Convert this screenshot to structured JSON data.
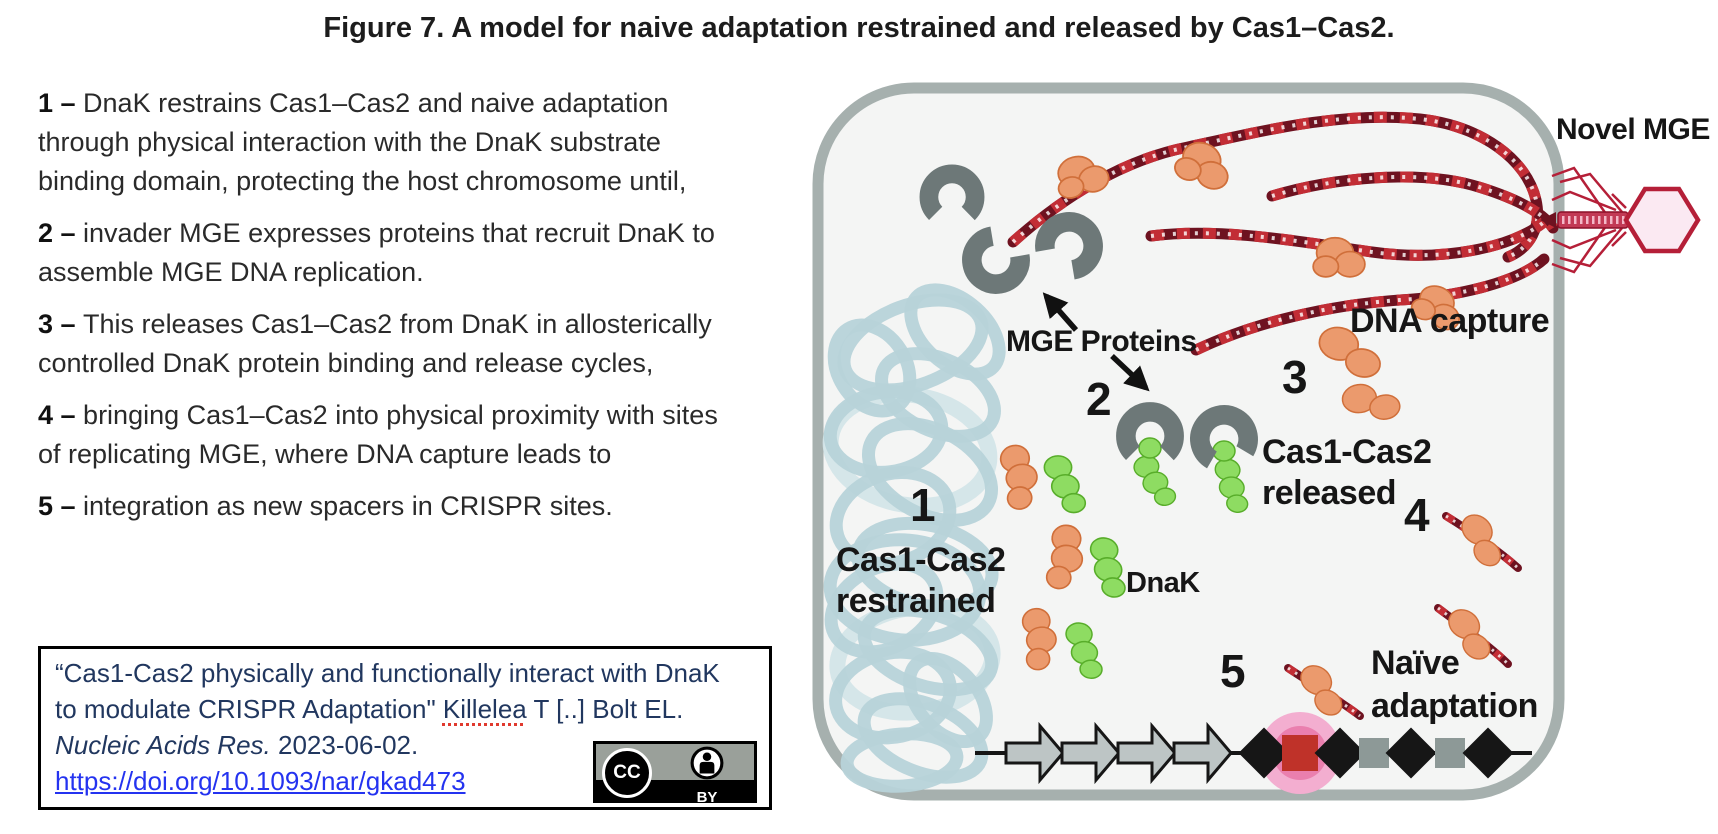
{
  "title": "Figure 7. A model for naive adaptation restrained and released by Cas1–Cas2.",
  "notes": [
    {
      "lead": "1 –",
      "lines": [
        "DnaK restrains Cas1–Cas2 and naive adaptation",
        "through physical interaction with the DnaK substrate",
        "binding domain, protecting the host chromosome until,"
      ]
    },
    {
      "lead": "2 –",
      "lines": [
        "invader MGE expresses proteins that recruit DnaK to",
        "assemble MGE DNA replication."
      ]
    },
    {
      "lead": "3 –",
      "lines": [
        "This releases Cas1–Cas2 from DnaK in allosterically",
        "controlled DnaK protein binding and release cycles,"
      ]
    },
    {
      "lead": "4 –",
      "lines": [
        "bringing Cas1–Cas2 into physical proximity with sites",
        "of replicating MGE, where DNA capture leads to"
      ]
    },
    {
      "lead": "5 –",
      "lines": [
        "integration as new spacers in CRISPR sites."
      ]
    }
  ],
  "citation": {
    "line1": "“Cas1-Cas2 physically and functionally interact with DnaK",
    "line2_pre": "to modulate CRISPR Adaptation\" ",
    "line2_marked": "Killelea",
    "line2_post": " T [..] Bolt EL.",
    "line3_italic": "Nucleic Acids Res.",
    "line3_rest": " 2023-06-02.",
    "doi": "https://doi.org/10.1093/nar/gkad473",
    "badge_cc": "CC",
    "badge_by": "BY"
  },
  "diagram": {
    "steps": [
      "1",
      "2",
      "3",
      "4",
      "5"
    ],
    "labels": {
      "novel_mge": "Novel MGE",
      "mge_proteins": "MGE Proteins",
      "dna_capture": "DNA capture",
      "cas_released": [
        "Cas1-Cas2",
        "released"
      ],
      "cas_restrained": [
        "Cas1-Cas2",
        "restrained"
      ],
      "dnak": "DnaK",
      "naive": [
        "Naïve",
        "adaptation"
      ]
    }
  },
  "colors": {
    "ink": "#1c1c1c",
    "note_text": "#2a2a2a",
    "citation_text": "#21375f",
    "link_blue": "#2433f0",
    "marked_red": "#e0392e",
    "cell_border": "#a6b0ae",
    "cell_fill": "#f4f5f4",
    "chromosome_blue": "#b7d3d9",
    "chromosome_blue_light": "#d2e4e8",
    "dna_red": "#c22d35",
    "dna_dark": "#6e1220",
    "protein_orange": "#eb9a6d",
    "protein_orange_edge": "#d06f3a",
    "protein_green": "#8edc62",
    "protein_green_edge": "#58ad2a",
    "protein_gray": "#6d7878",
    "phage_crimson": "#b51f38",
    "phage_pink": "#fbe9f2",
    "gene_arrow_gray": "#bdc5c5",
    "repeat_black": "#161616",
    "spacer_gray": "#8d9997",
    "spacer_red": "#bf3229",
    "glow_pink_outer": "#f3aed0",
    "glow_pink_inner": "#ea7fae",
    "badge_gray": "#9aa09a"
  }
}
